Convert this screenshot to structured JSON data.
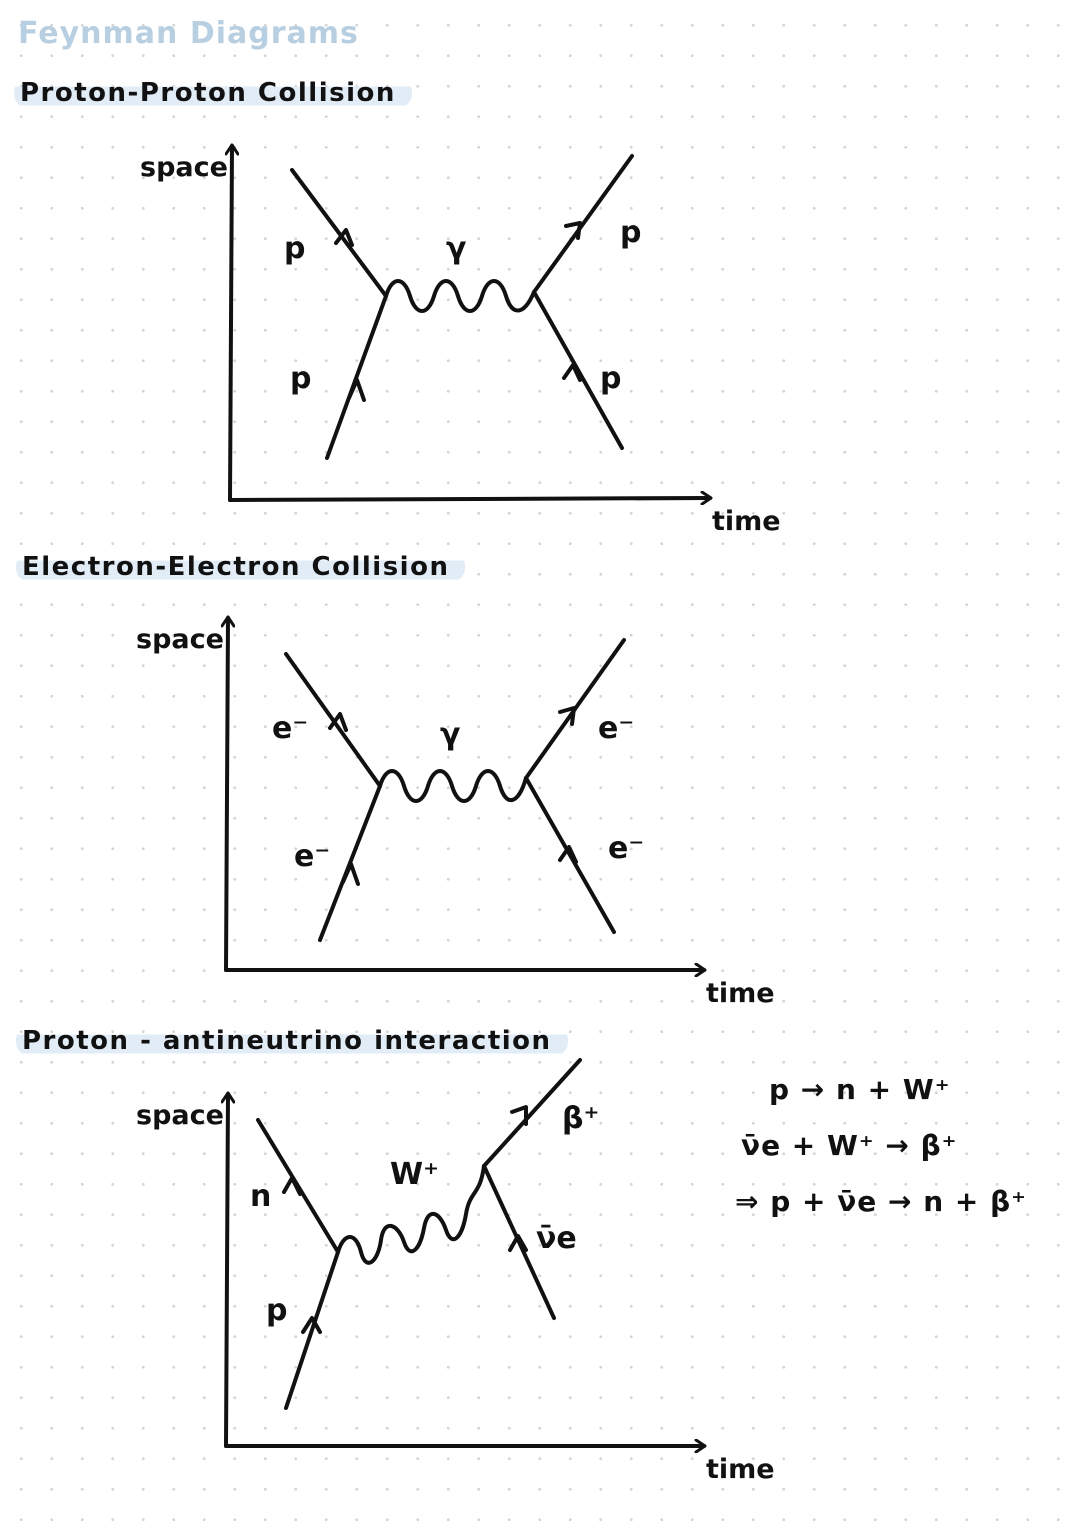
{
  "title": "Feynman Diagrams",
  "sections": [
    {
      "heading": "Proton-Proton Collision",
      "y_axis": "space",
      "x_axis": "time",
      "boson": "γ",
      "in_top": "p",
      "in_bottom": "p",
      "out_top": "p",
      "out_bottom": "p"
    },
    {
      "heading": "Electron-Electron Collision",
      "y_axis": "space",
      "x_axis": "time",
      "boson": "γ",
      "in_top": "e⁻",
      "in_bottom": "e⁻",
      "out_top": "e⁻",
      "out_bottom": "e⁻"
    },
    {
      "heading": "Proton - antineutrino interaction",
      "y_axis": "space",
      "x_axis": "time",
      "boson": "W⁺",
      "in_top": "n",
      "in_bottom": "p",
      "out_top": "β⁺",
      "out_bottom": "ν̄e"
    }
  ],
  "equations": [
    "p → n + W⁺",
    "ν̄e + W⁺ → β⁺",
    "⇒ p + ν̄e → n + β⁺"
  ],
  "colors": {
    "title": "#b7cfe1",
    "highlight": "#e1ecf6",
    "ink": "#111111"
  }
}
